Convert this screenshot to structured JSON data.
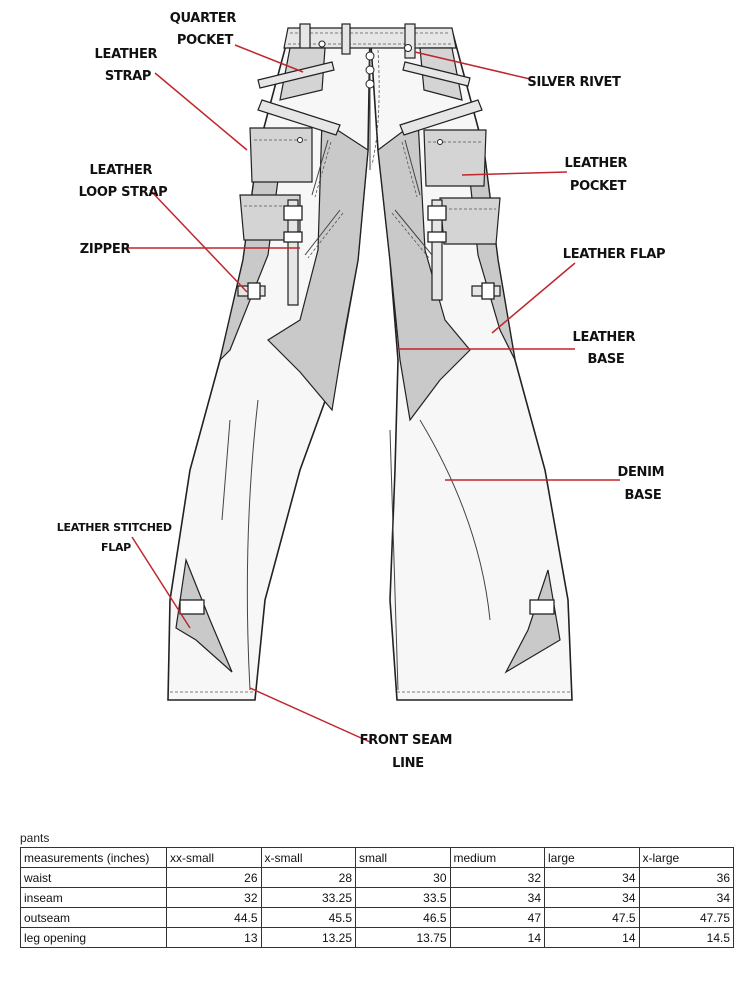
{
  "labels": {
    "quarter_pocket": [
      "QUARTER",
      "POCKET"
    ],
    "leather_strap": [
      "LEATHER",
      "STRAP"
    ],
    "silver_rivet": [
      "SILVER RIVET"
    ],
    "leather_loop_strap": [
      "LEATHER",
      "LOOP STRAP"
    ],
    "leather_pocket": [
      "LEATHER",
      "POCKET"
    ],
    "zipper": [
      "ZIPPER"
    ],
    "leather_flap": [
      "LEATHER FLAP"
    ],
    "leather_base": [
      "LEATHER",
      "BASE"
    ],
    "denim_base": [
      "DENIM",
      "BASE"
    ],
    "leather_stitched_flap": [
      "LEATHER STITCHED",
      "FLAP"
    ],
    "front_seam_line": [
      "FRONT SEAM",
      "LINE"
    ]
  },
  "table": {
    "caption": "pants",
    "headers": [
      "measurements (inches)",
      "xx-small",
      "x-small",
      "small",
      "medium",
      "large",
      "x-large"
    ],
    "rows": [
      {
        "label": "waist",
        "values": [
          "26",
          "28",
          "30",
          "32",
          "34",
          "36"
        ]
      },
      {
        "label": "inseam",
        "values": [
          "32",
          "33.25",
          "33.5",
          "34",
          "34",
          "34"
        ]
      },
      {
        "label": "outseam",
        "values": [
          "44.5",
          "45.5",
          "46.5",
          "47",
          "47.5",
          "47.75"
        ]
      },
      {
        "label": "leg opening",
        "values": [
          "13",
          "13.25",
          "13.75",
          "14",
          "14",
          "14.5"
        ]
      }
    ]
  },
  "colors": {
    "leader": "#c0262d",
    "leather": "#c9c9c9",
    "denim": "#f7f7f7"
  }
}
